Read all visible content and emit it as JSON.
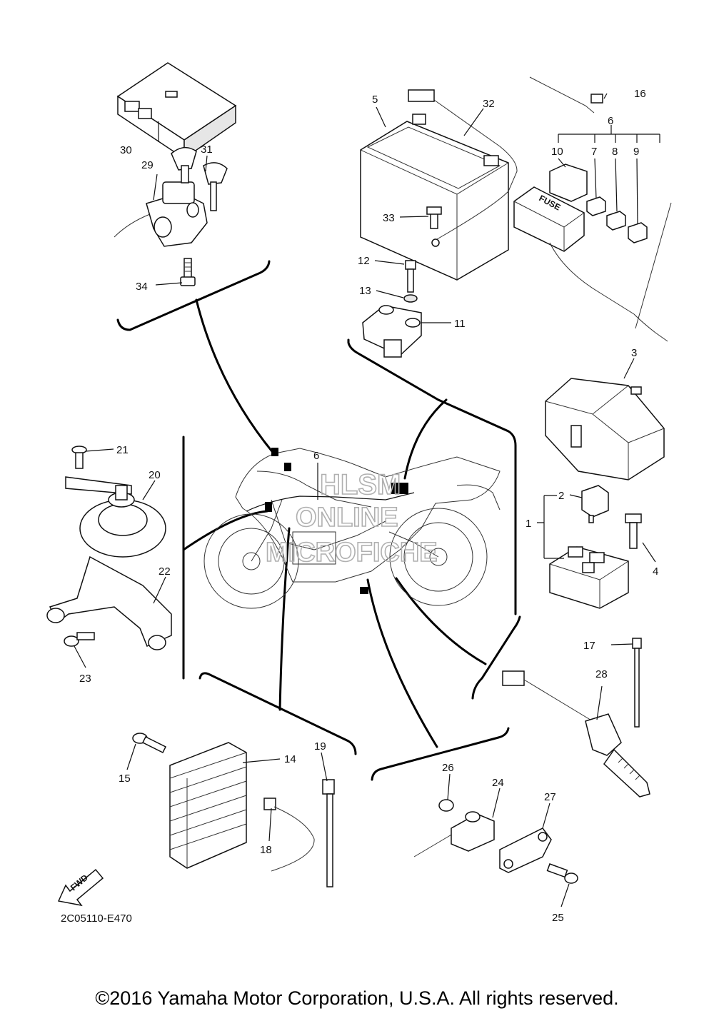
{
  "callouts": {
    "c1": "1",
    "c2": "2",
    "c3": "3",
    "c4": "4",
    "c5": "5",
    "c6": "6",
    "c7": "7",
    "c8": "8",
    "c9": "9",
    "c10": "10",
    "c11": "11",
    "c12": "12",
    "c13": "13",
    "c14": "14",
    "c15": "15",
    "c16": "16",
    "c17": "17",
    "c18": "18",
    "c19": "19",
    "c20": "20",
    "c21": "21",
    "c22": "22",
    "c23": "23",
    "c24": "24",
    "c25": "25",
    "c26": "26",
    "c27": "27",
    "c28": "28",
    "c29": "29",
    "c30": "30",
    "c31": "31",
    "c32": "32",
    "c33": "33",
    "c34": "34",
    "c6_bike": "6"
  },
  "labels": {
    "fuse_text": "FUSE",
    "fwd_text": "FWD",
    "diagram_code": "2C05110-E470"
  },
  "watermark": {
    "line1": "HLSM",
    "line2": "ONLINE",
    "line3": "MICROFICHE"
  },
  "copyright": "©2016 Yamaha Motor Corporation, U.S.A. All rights reserved."
}
